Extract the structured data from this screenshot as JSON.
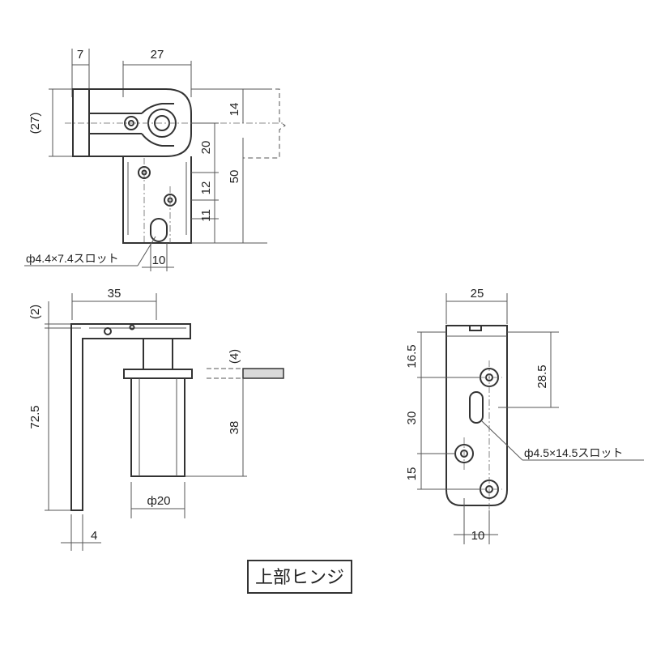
{
  "title": "上部ヒンジ",
  "top_view": {
    "dims": {
      "d7": "7",
      "d27w": "27",
      "d27h": "(27)",
      "d14": "14",
      "d20": "20",
      "d50": "50",
      "d12": "12",
      "d11": "11",
      "d10": "10"
    },
    "slot_note": "ф4.4×7.4スロット"
  },
  "side_view": {
    "dims": {
      "d2": "(2)",
      "d35": "35",
      "d72_5": "72.5",
      "d4paren": "(4)",
      "d38": "38",
      "d20dia": "ф20",
      "d4": "4"
    }
  },
  "front_view": {
    "dims": {
      "d25": "25",
      "d16_5": "16.5",
      "d28_5": "28.5",
      "d30": "30",
      "d15": "15",
      "d10": "10"
    },
    "slot_note": "ф4.5×14.5スロット"
  }
}
